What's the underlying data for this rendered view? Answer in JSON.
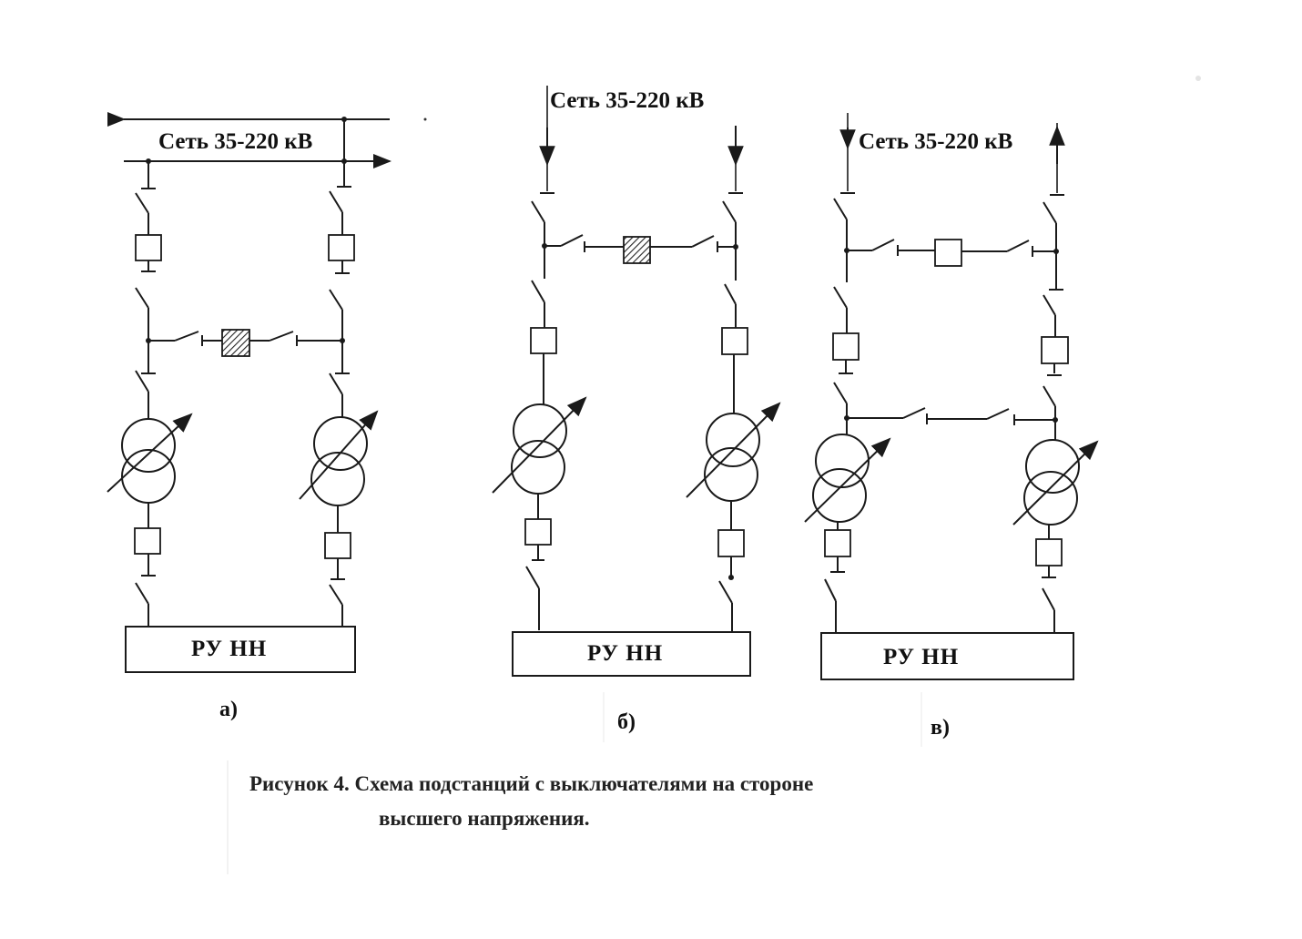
{
  "diagram": {
    "network_label": "Сеть  35-220 кВ",
    "bus_label": "РУ  НН",
    "sub_labels": [
      "а)",
      "б)",
      "в)"
    ],
    "caption_line1": "Рисунок 4. Схема подстанций с выключателями на стороне",
    "caption_line2": "высшего напряжения."
  }
}
